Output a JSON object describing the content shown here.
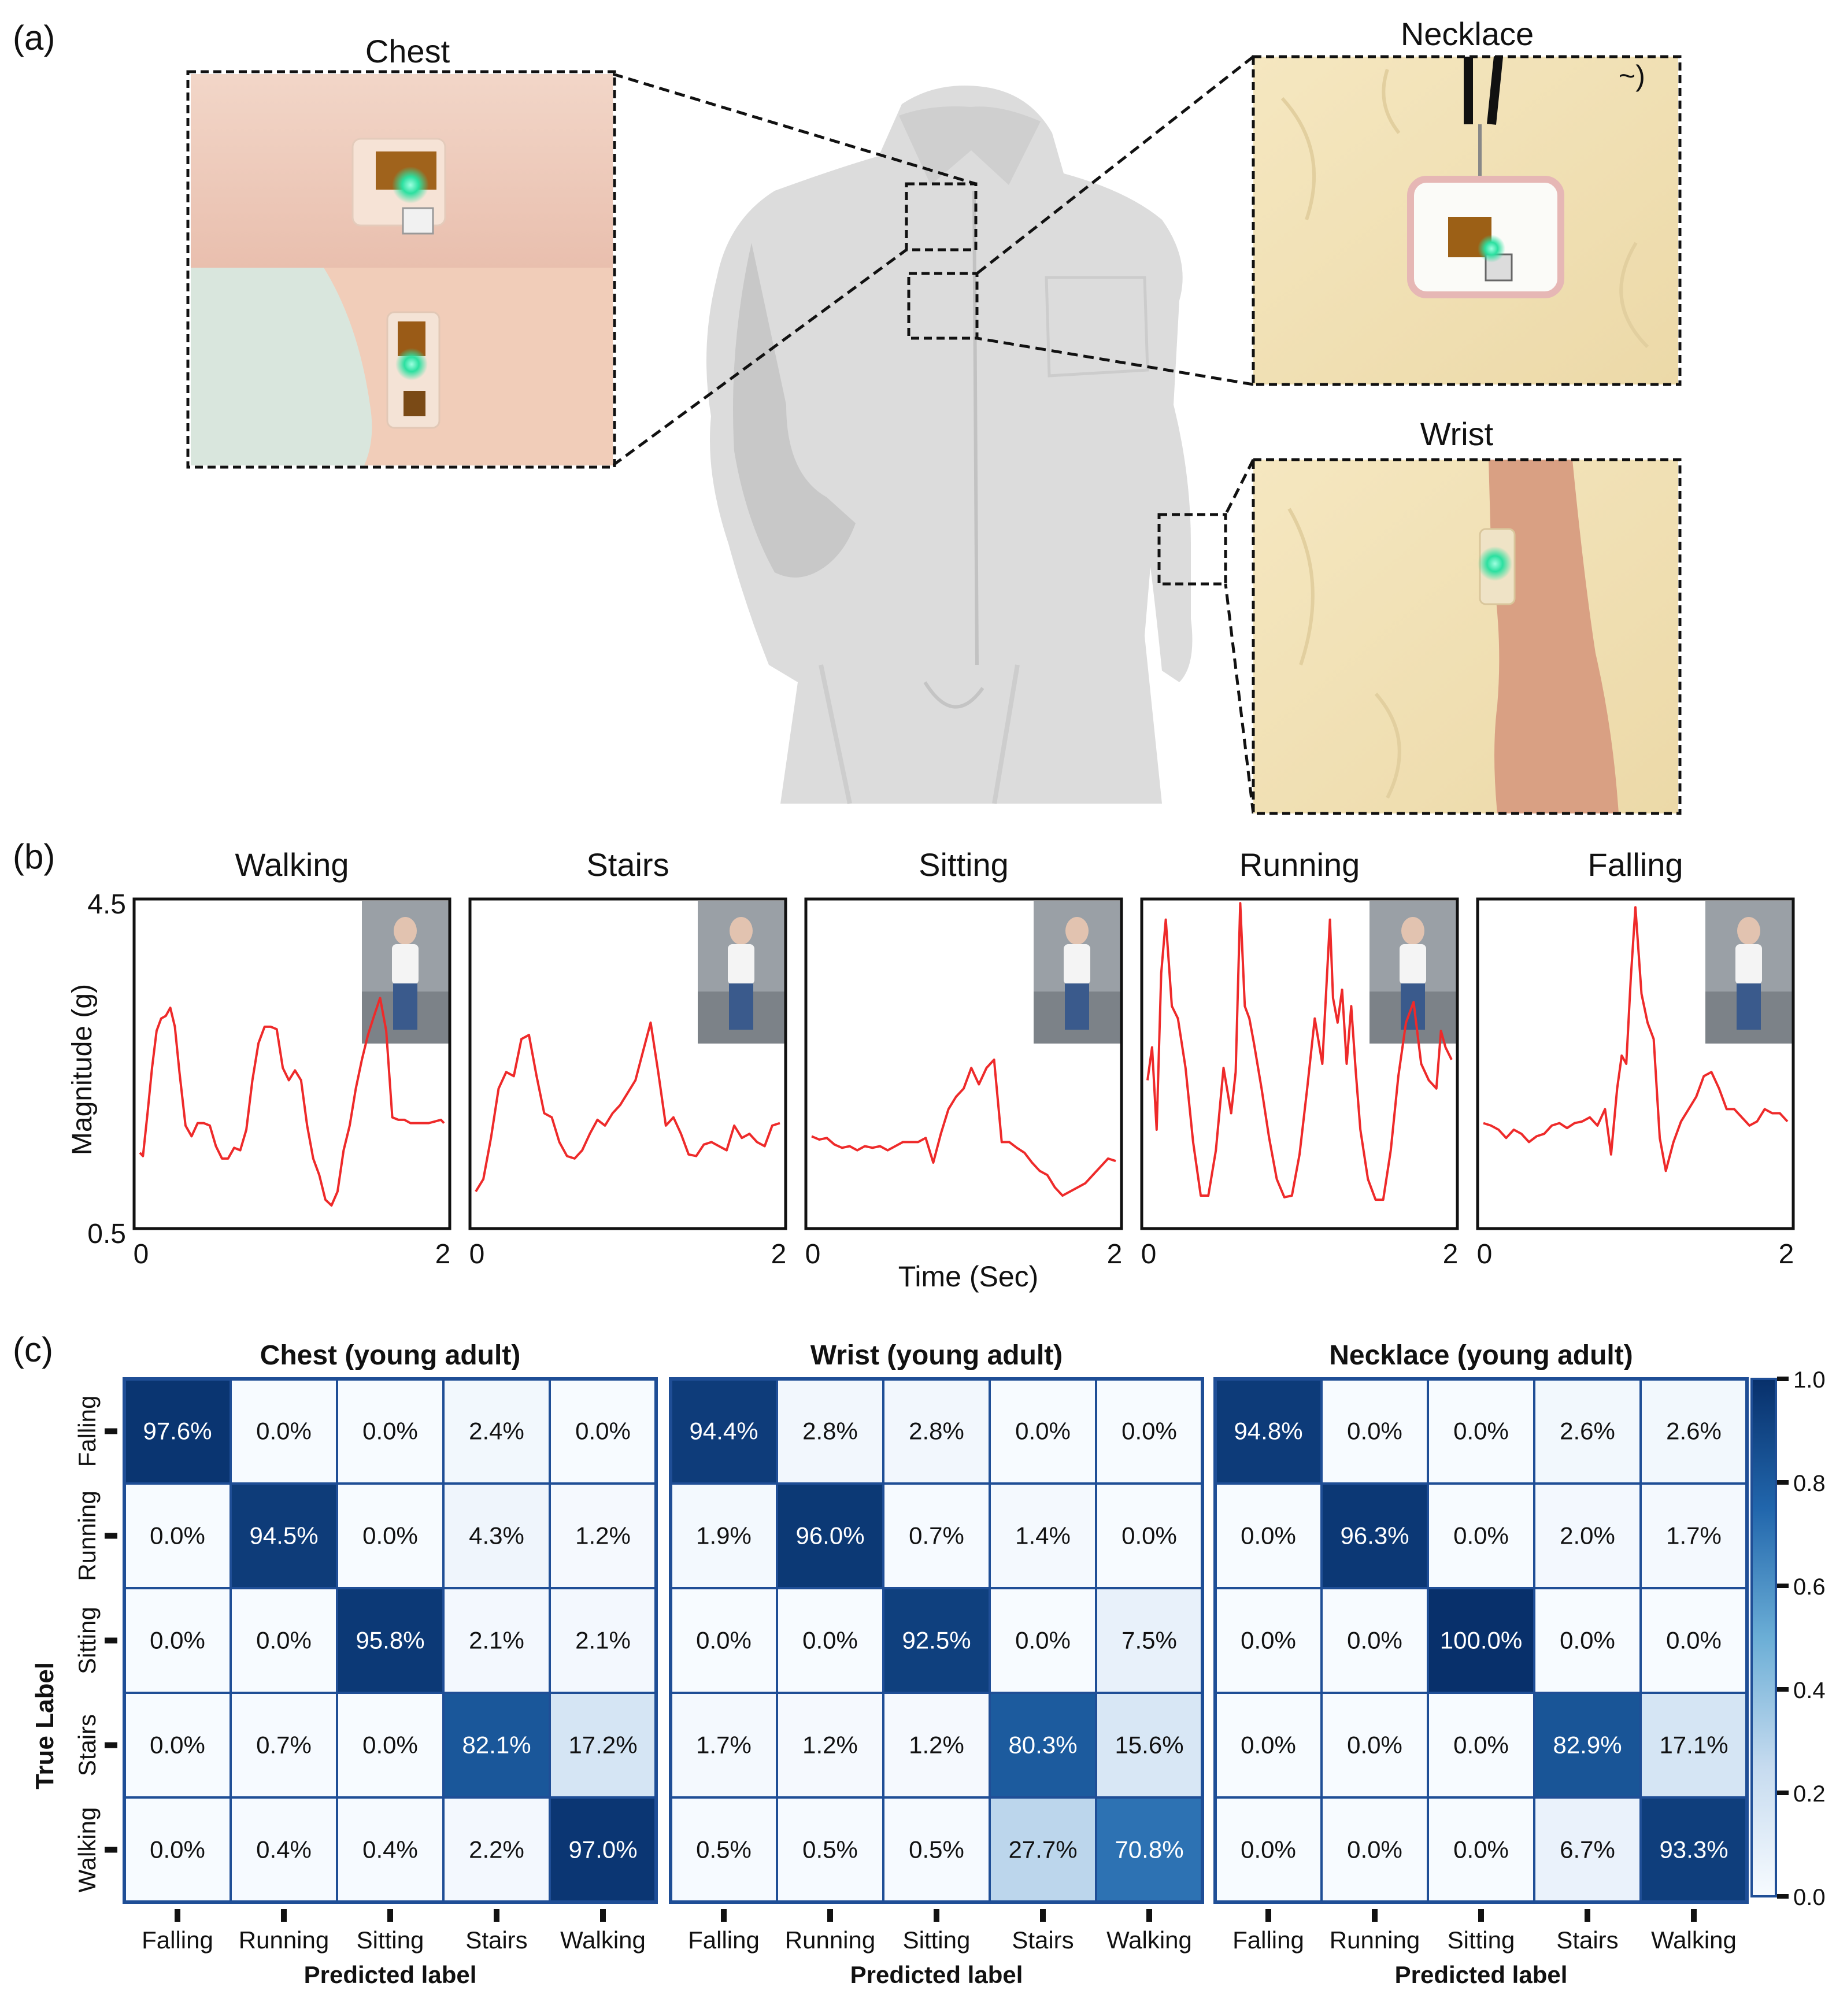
{
  "panel_labels": {
    "a": "(a)",
    "b": "(b)",
    "c": "(c)"
  },
  "panel_a": {
    "locations": [
      {
        "label": "Chest",
        "photo": "chest-sensor-photos"
      },
      {
        "label": "Necklace",
        "photo": "necklace-sensor-photo"
      },
      {
        "label": "Wrist",
        "photo": "wrist-sensor-photo"
      }
    ],
    "scribble_text": "~)",
    "figure_photo": "person-wearing-white-shirt"
  },
  "panel_b": {
    "ylabel": "Magnitude (g)",
    "xlabel": "Time (Sec)",
    "y_ticks": [
      "4.5",
      "0.5"
    ],
    "x_ticks": [
      "0",
      "2"
    ],
    "line_color": "#ee2a2a",
    "activities": [
      "Walking",
      "Stairs",
      "Sitting",
      "Running",
      "Falling"
    ]
  },
  "panel_c": {
    "colorbar_ticks": [
      "1.0",
      "0.8",
      "0.6",
      "0.4",
      "0.2",
      "0.0"
    ],
    "true_label": "True Label",
    "predicted_label": "Predicted label",
    "class_labels": [
      "Falling",
      "Running",
      "Sitting",
      "Stairs",
      "Walking"
    ],
    "cell_text": [
      [
        [
          "97.6%",
          "0.0%",
          "0.0%",
          "2.4%",
          "0.0%"
        ],
        [
          "0.0%",
          "94.5%",
          "0.0%",
          "4.3%",
          "1.2%"
        ],
        [
          "0.0%",
          "0.0%",
          "95.8%",
          "2.1%",
          "2.1%"
        ],
        [
          "0.0%",
          "0.7%",
          "0.0%",
          "82.1%",
          "17.2%"
        ],
        [
          "0.0%",
          "0.4%",
          "0.4%",
          "2.2%",
          "97.0%"
        ]
      ],
      [
        [
          "94.4%",
          "2.8%",
          "2.8%",
          "0.0%",
          "0.0%"
        ],
        [
          "1.9%",
          "96.0%",
          "0.7%",
          "1.4%",
          "0.0%"
        ],
        [
          "0.0%",
          "0.0%",
          "92.5%",
          "0.0%",
          "7.5%"
        ],
        [
          "1.7%",
          "1.2%",
          "1.2%",
          "80.3%",
          "15.6%"
        ],
        [
          "0.5%",
          "0.5%",
          "0.5%",
          "27.7%",
          "70.8%"
        ]
      ],
      [
        [
          "94.8%",
          "0.0%",
          "0.0%",
          "2.6%",
          "2.6%"
        ],
        [
          "0.0%",
          "96.3%",
          "0.0%",
          "2.0%",
          "1.7%"
        ],
        [
          "0.0%",
          "0.0%",
          "100.0%",
          "0.0%",
          "0.0%"
        ],
        [
          "0.0%",
          "0.0%",
          "0.0%",
          "82.9%",
          "17.1%"
        ],
        [
          "0.0%",
          "0.0%",
          "0.0%",
          "6.7%",
          "93.3%"
        ]
      ]
    ]
  },
  "chart_data": [
    {
      "type": "line",
      "title": "Walking",
      "xlabel": "Time (Sec)",
      "ylabel": "Magnitude (g)",
      "xlim": [
        0,
        2
      ],
      "ylim": [
        0.5,
        4.5
      ],
      "color": "#ee2a2a",
      "x": [
        0,
        0.02,
        0.05,
        0.08,
        0.11,
        0.14,
        0.17,
        0.2,
        0.23,
        0.26,
        0.3,
        0.34,
        0.38,
        0.42,
        0.46,
        0.5,
        0.54,
        0.58,
        0.62,
        0.66,
        0.7,
        0.74,
        0.78,
        0.82,
        0.86,
        0.9,
        0.94,
        0.98,
        1.02,
        1.06,
        1.1,
        1.14,
        1.18,
        1.22,
        1.26,
        1.3,
        1.34,
        1.38,
        1.42,
        1.46,
        1.5,
        1.54,
        1.58,
        1.62,
        1.66,
        1.7,
        1.74,
        1.78,
        1.82,
        1.86,
        1.9,
        1.94,
        1.98,
        2
      ],
      "y": [
        1.42,
        1.38,
        1.9,
        2.45,
        2.9,
        3.05,
        3.08,
        3.18,
        2.95,
        2.4,
        1.75,
        1.62,
        1.78,
        1.78,
        1.75,
        1.5,
        1.35,
        1.35,
        1.48,
        1.45,
        1.7,
        2.3,
        2.75,
        2.95,
        2.95,
        2.92,
        2.45,
        2.3,
        2.42,
        2.3,
        1.75,
        1.35,
        1.15,
        0.85,
        0.78,
        0.95,
        1.45,
        1.75,
        2.2,
        2.55,
        2.85,
        3.08,
        3.3,
        2.9,
        1.85,
        1.82,
        1.82,
        1.78,
        1.78,
        1.78,
        1.78,
        1.8,
        1.82,
        1.78
      ]
    },
    {
      "type": "line",
      "title": "Stairs",
      "xlabel": "Time (Sec)",
      "ylabel": "Magnitude (g)",
      "xlim": [
        0,
        2
      ],
      "ylim": [
        0.5,
        4.5
      ],
      "color": "#ee2a2a",
      "x": [
        0,
        0.05,
        0.1,
        0.15,
        0.2,
        0.25,
        0.3,
        0.35,
        0.4,
        0.45,
        0.5,
        0.55,
        0.6,
        0.65,
        0.7,
        0.75,
        0.8,
        0.85,
        0.9,
        0.95,
        1.0,
        1.05,
        1.1,
        1.15,
        1.2,
        1.25,
        1.3,
        1.35,
        1.4,
        1.45,
        1.5,
        1.55,
        1.6,
        1.65,
        1.7,
        1.75,
        1.8,
        1.85,
        1.9,
        1.95,
        2.0
      ],
      "y": [
        0.95,
        1.1,
        1.6,
        2.2,
        2.4,
        2.35,
        2.8,
        2.85,
        2.35,
        1.9,
        1.85,
        1.55,
        1.38,
        1.35,
        1.45,
        1.65,
        1.82,
        1.75,
        1.9,
        2.0,
        2.15,
        2.3,
        2.65,
        3.0,
        2.4,
        1.75,
        1.85,
        1.65,
        1.4,
        1.38,
        1.52,
        1.55,
        1.5,
        1.45,
        1.75,
        1.6,
        1.65,
        1.55,
        1.5,
        1.75,
        1.78
      ]
    },
    {
      "type": "line",
      "title": "Sitting",
      "xlabel": "Time (Sec)",
      "ylabel": "Magnitude (g)",
      "xlim": [
        0,
        2
      ],
      "ylim": [
        0.5,
        4.5
      ],
      "color": "#ee2a2a",
      "x": [
        0,
        0.05,
        0.1,
        0.15,
        0.2,
        0.25,
        0.3,
        0.35,
        0.4,
        0.45,
        0.5,
        0.55,
        0.6,
        0.65,
        0.7,
        0.75,
        0.8,
        0.85,
        0.9,
        0.95,
        1.0,
        1.05,
        1.1,
        1.15,
        1.2,
        1.25,
        1.3,
        1.35,
        1.4,
        1.45,
        1.5,
        1.55,
        1.6,
        1.65,
        1.7,
        1.75,
        1.8,
        1.85,
        1.9,
        1.95,
        2.0
      ],
      "y": [
        1.62,
        1.58,
        1.6,
        1.52,
        1.48,
        1.5,
        1.45,
        1.5,
        1.48,
        1.5,
        1.45,
        1.5,
        1.55,
        1.55,
        1.55,
        1.6,
        1.3,
        1.65,
        1.95,
        2.1,
        2.2,
        2.45,
        2.25,
        2.45,
        2.55,
        1.55,
        1.55,
        1.48,
        1.42,
        1.3,
        1.2,
        1.15,
        1.0,
        0.9,
        0.95,
        1.0,
        1.05,
        1.15,
        1.25,
        1.35,
        1.32
      ]
    },
    {
      "type": "line",
      "title": "Running",
      "xlabel": "Time (Sec)",
      "ylabel": "Magnitude (g)",
      "xlim": [
        0,
        2
      ],
      "ylim": [
        0.5,
        4.5
      ],
      "color": "#ee2a2a",
      "x": [
        0,
        0.03,
        0.06,
        0.09,
        0.12,
        0.16,
        0.2,
        0.25,
        0.3,
        0.35,
        0.4,
        0.45,
        0.5,
        0.55,
        0.58,
        0.61,
        0.64,
        0.67,
        0.7,
        0.75,
        0.8,
        0.85,
        0.9,
        0.95,
        1.0,
        1.05,
        1.1,
        1.15,
        1.2,
        1.22,
        1.25,
        1.28,
        1.31,
        1.34,
        1.37,
        1.4,
        1.45,
        1.5,
        1.55,
        1.6,
        1.65,
        1.7,
        1.75,
        1.8,
        1.85,
        1.9,
        1.93,
        1.96,
        2.0
      ],
      "y": [
        2.3,
        2.7,
        1.7,
        3.6,
        4.25,
        3.2,
        3.05,
        2.45,
        1.55,
        0.9,
        0.9,
        1.45,
        2.45,
        1.9,
        2.4,
        4.45,
        3.2,
        3.05,
        2.75,
        2.2,
        1.6,
        1.1,
        0.88,
        0.9,
        1.4,
        2.2,
        3.05,
        2.5,
        4.25,
        3.3,
        3.0,
        3.4,
        2.5,
        3.2,
        2.4,
        1.7,
        1.1,
        0.85,
        0.85,
        1.45,
        2.35,
        3.0,
        3.25,
        2.5,
        2.3,
        2.2,
        2.9,
        2.7,
        2.55
      ]
    },
    {
      "type": "line",
      "title": "Falling",
      "xlabel": "Time (Sec)",
      "ylabel": "Magnitude (g)",
      "xlim": [
        0,
        2
      ],
      "ylim": [
        0.5,
        4.5
      ],
      "color": "#ee2a2a",
      "x": [
        0,
        0.05,
        0.1,
        0.15,
        0.2,
        0.25,
        0.3,
        0.35,
        0.4,
        0.45,
        0.5,
        0.55,
        0.6,
        0.65,
        0.7,
        0.75,
        0.8,
        0.84,
        0.88,
        0.91,
        0.94,
        0.97,
        1.0,
        1.04,
        1.08,
        1.12,
        1.16,
        1.2,
        1.25,
        1.3,
        1.35,
        1.4,
        1.45,
        1.5,
        1.55,
        1.6,
        1.65,
        1.7,
        1.75,
        1.8,
        1.85,
        1.9,
        1.95,
        2.0
      ],
      "y": [
        1.78,
        1.75,
        1.7,
        1.6,
        1.7,
        1.65,
        1.55,
        1.62,
        1.65,
        1.75,
        1.78,
        1.72,
        1.78,
        1.8,
        1.85,
        1.75,
        1.95,
        1.4,
        2.2,
        2.6,
        2.5,
        3.55,
        4.4,
        3.35,
        3.0,
        2.8,
        1.6,
        1.2,
        1.55,
        1.8,
        1.95,
        2.1,
        2.35,
        2.4,
        2.2,
        1.95,
        1.95,
        1.85,
        1.75,
        1.8,
        1.95,
        1.9,
        1.9,
        1.8
      ]
    }
  ]
}
